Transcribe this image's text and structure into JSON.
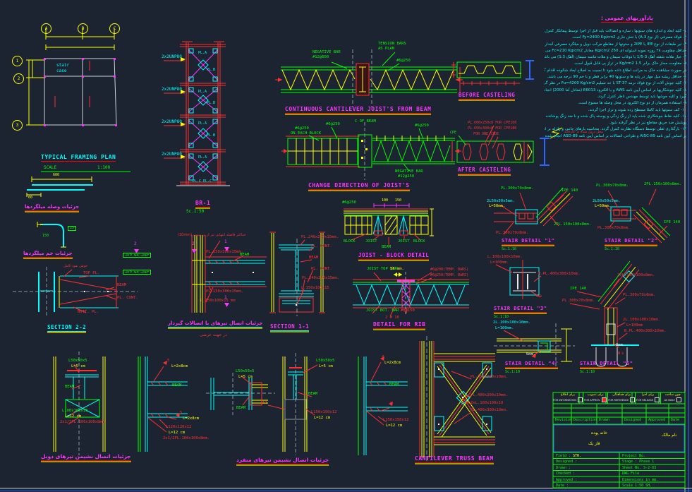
{
  "framing_plan": {
    "title": "TYPICAL FRAMING PLAN",
    "scale_label": "SCALE",
    "scale_value": "1:100",
    "grid_top": [
      "A",
      "B",
      "C"
    ],
    "grid_left": [
      "1",
      "2",
      "3"
    ],
    "stair1": "stair",
    "stair2": "case"
  },
  "br1": {
    "title": "BR-1",
    "scale": "Sc.1:50",
    "brace": "2x2UNP80",
    "pl_a": "PL.A",
    "pl_b": "PL.B",
    "pl_c": "PL.C  PL.C"
  },
  "joist_beam": {
    "title": "CONTINUOUS CANTILEVER JOIST'S FROM BEAM",
    "neg1": "NEGATIVE BAR",
    "neg2": "#12@600",
    "t1": "TENSION BARS",
    "t2": "AS PLAN",
    "s": "#6@250"
  },
  "before_cast": {
    "title": "BEFORE CASTELING"
  },
  "after_cast": {
    "title": "AFTER CASTELING",
    "pl1": "PL.600x250x8 FOR CPE160",
    "pl2": "PL.650x300x8 FOR CPE180",
    "side": "FOR ONE SIDE",
    "cpe": "CPE"
  },
  "change_dir": {
    "title": "CHANGE DIRECTION OF JOIST'S",
    "bar1": "#6@250",
    "on_block": "ON EACH BLOCK",
    "bar2": "#6@250",
    "cl": "C OF BEAM",
    "bar3": "#6@250",
    "neg1": "NEGATIVE BAR",
    "neg2": "#12@250"
  },
  "joist_block": {
    "title": "JOIST - BLOCK DETAIL",
    "bar": "#6@250",
    "d1": "100",
    "d2": "150",
    "block": "BLOCK",
    "joist": "JOIST",
    "beam": "BEAM"
  },
  "stair1": {
    "title": "STAIR DETAIL \"1\"",
    "scale": "Sc.1:10",
    "pl_top": "PL.300x70x8mm.",
    "angle": "2L50x50x5mm.",
    "len": "L=50mm.",
    "ipe": "IPE 140",
    "pl2": "2PL.150x100x8mm.",
    "pl_bot": "PL.300x70x8mm."
  },
  "stair2": {
    "title": "STAIR DETAIL \"2\"",
    "scale": "Sc.1:10",
    "pl_top": "PL.300x70x8mm.",
    "pl2": "2PL.150x100x8mm.",
    "angle": "2L50x50x5mm.",
    "len": "L=50mm.",
    "pl_bot": "PL.300x70x8mm.",
    "ipe": "IPE 140"
  },
  "stair3": {
    "title": "STAIR DETAIL \"3\"",
    "scale": "Sc.1:10",
    "angle": "L.100x100x10mm.",
    "len": "L=100mm.",
    "bpl": "B.PL.400x300x10mm.",
    "weld_fa": "تا 8"
  },
  "stair4": {
    "title": "STAIR DETAIL \"4\"",
    "scale": "Sc.1:10",
    "angle": "2L.100x100x10mm.",
    "len": "L=100mm.",
    "weld": "6mm."
  },
  "stair5": {
    "title": "STAIR DETAIL \"5\"",
    "scale": "Sc.1:10",
    "ipe": "IPE 140",
    "pl2": "2PL.150x100x8mm.",
    "pl_a": "PL.300x70x8mm.",
    "pl_b": "PL.300x70x8mm.",
    "angle": "2L.100x100x10mm.",
    "len": "L=100mm",
    "bpl": "B.PL.400x300x10mm.",
    "weld": "8mm.",
    "weld_fa": "تا 8"
  },
  "rebar_splice": {
    "title": "جزئیات وصله میلگردها",
    "dim": "600",
    "dim2": "60"
  },
  "rebar_bend": {
    "title": "جزئیات خم میلگردها",
    "dim": "150",
    "dim2": "25"
  },
  "section22": {
    "title": "SECTION 2-2",
    "weld_fa": "جوش نفوذ کامل",
    "top_pl": "TOP PL.",
    "beam": "BEAM",
    "pl_cont": "PL. CONT.",
    "bott_pl": "BOTT. PL."
  },
  "rigid_conn": {
    "title": "جزئیات اتصال تیرهای با اتصالات گیردار",
    "subtitle": "در جهت عرضی",
    "note_fa": "حداکثر فاصله انتهایی تیر از بر ستون (10mm)",
    "pl": "PL.150x300x15mm.",
    "beam": "BEAM",
    "angle": "L.150x100x15 mm",
    "weld_fa": "جوش نفوذ کامل",
    "m1": "1",
    "m2": "2"
  },
  "section11": {
    "title": "SECTION 1-1",
    "pl": "PL.240x250x15mm.",
    "pl_cont": "PL. CONT.",
    "beam": "BEAM",
    "angle": "L.150x100x15"
  },
  "rib": {
    "title": "DETAIL FOR RIB",
    "top_bar": "JOIST TOP BAR",
    "dim": "50 mm.",
    "temp1": "#6@200(TEMP. BARS)",
    "temp2": "#6@250(TEMP. BARS)",
    "bot_bar": "JOIST BOT. BAR",
    "bar": "#8@150",
    "bars2": "2 # 10"
  },
  "double_seat": {
    "title": "جزئیات اتصال نشیمن تیرهای دوبل",
    "l50": "L50x50x5",
    "l50_len": "L=5 cm",
    "beam": "BEAM",
    "l100": "L100x100x10",
    "l100_len": "L=12 cm",
    "pl": "2x1/2PL.100x100x8mm.",
    "weld5": "5",
    "weld_len": "L=2x8cm",
    "l120": "L120x120x12",
    "l120_len": "L=12 cm"
  },
  "single_seat": {
    "title": "جزئیات اتصال نشیمن تیرهای منفرد",
    "l50": "L50x50x5",
    "l50_len": "L=5 cm",
    "beam": "BEAM",
    "weld12": "12",
    "l150": "L150x150x12",
    "l150_len": "L=12 cm",
    "weld4": "4",
    "weld5": "5",
    "weld_len": "L=2x8cm"
  },
  "cant_truss": {
    "title": "CANTILEVER TRUSS BEAM",
    "pl_top": "PL.400x300x10mm.",
    "pl_mid": "PL.400x200x10mm.",
    "angle": "2xL.100x100x10",
    "pl_bot": "PL.400x300x10mm."
  },
  "notes": {
    "title": "یادآوریهای عمومی :",
    "stamp": "محل دریل شده در کارخانه",
    "lines": [
      "۱- کلیه ابعاد و اندازه های ستونها ، سازه و اتصالات باید قبل از اجرا توسط پیمانکار کنترل و مطابقت داده شود.",
      "۲- فولاد مصرفی (از نوع A-3) با تنش جاری Fy=2400 Kg/cm2 است.",
      "۳- تیر طبقات از نوع IPE یا 2IPE و ستونها از مقاطع مرکب دوبل و میلگرد مصرفی آجدار از نوع A-2 با",
      "حداقل مقاومت ۲۸ روزه نمونه استوانه ای 250 Kg/cm2 معادل Fc=210 Kg/cm2 می باشد.",
      "۴- عیار ملات شفته آهک 3-1/5 با دوغاب سیمان و ملات ماسه سیمان (آهک 1:3) می باشد.",
      "۵- مقاومت مجاز خاک برابر 1.5 Kg/cm2 در تراز پی قابل قبول است.",
      "در صورت مشاهده خاک به مراتب اطلاع داده شود تا نسبت به اصلاح ابعاد شالوده اقدام گردد.",
      "۶- حداقل ریشه میل مهار در پایه ها و ستونها 40 برابر قطر و با خم 90 درجه می باشد.",
      "۷- کلیه جوش آلات از نوع فولاد نرمه ST-37 با حد تسلیم Fu=4200 Kg/cm2 در نظر گرفته شود.",
      "۸- کلیه جوشکاریها بر اساس آیین نامه AWS و با الکترود E6013 (معادل آما 2000) انجام",
      "گیرد و کلیه جوشها باید توسط مهندس ناظر کنترل گردد.",
      "۹- استفاده همزمان از دو نوع الکترود در محل وصله ها ممنوع است.",
      "۱۰- کف ستونها باید کاملا مسطح زده شوند و تراز اجرا گردند.",
      "۱۱- کلیه نقاط جوشکاری شده باید از زنگ زدگی و پوسته پاک شده و با ضد زنگ پوشانده شود ، همچنین",
      "پوشش ضد حریق مقاطع نیز در نظر گرفته شود.",
      "۱۲- بارگذاری ثقلی توسط دستگاه نظارت کنترل گردد. محاسبه بارهای جانبی و زلزله بر اساس آیین نامه 2800 - طراحی اعضاء",
      "بر اساس آیین نامه AISC-89 و طراحی اتصالات بر اساس آیین نامه ASD-89 انجام شده است."
    ]
  },
  "title_block": {
    "approvals": [
      {
        "fa": "برای اطلاع",
        "en": "FOR INFORMATION"
      },
      {
        "fa": "برای تصویب",
        "en": "FOR APPROV."
      },
      {
        "fa": "برای هماهنگی",
        "en": "FOR REFERENCE"
      },
      {
        "fa": "برای اجرا",
        "en": "FOR RELEASE"
      },
      {
        "fa": "چون ساخت",
        "en": "AS BUILT"
      }
    ],
    "rev_headers": [
      "Revision",
      "Description",
      "Drawn",
      "Designed",
      "Approved",
      "Date"
    ],
    "company_fa": "خانه پوده",
    "phase_fa": "فاز یک",
    "owner_fa": "نام مالک",
    "fields": [
      {
        "label": "Field :",
        "value": "STR."
      },
      {
        "label": "Designed :",
        "value": ""
      },
      {
        "label": "Drawn :",
        "value": ""
      },
      {
        "label": "Checked :",
        "value": ""
      },
      {
        "label": "Approved :",
        "value": ""
      },
      {
        "label": "Date :",
        "value": ""
      }
    ],
    "project": [
      "Project No.",
      "Stage :  Phase 1",
      "Sheet No.  S-2-03",
      "DWG File",
      "Dimensions in mm.",
      "Scale 1:50  SH."
    ]
  }
}
